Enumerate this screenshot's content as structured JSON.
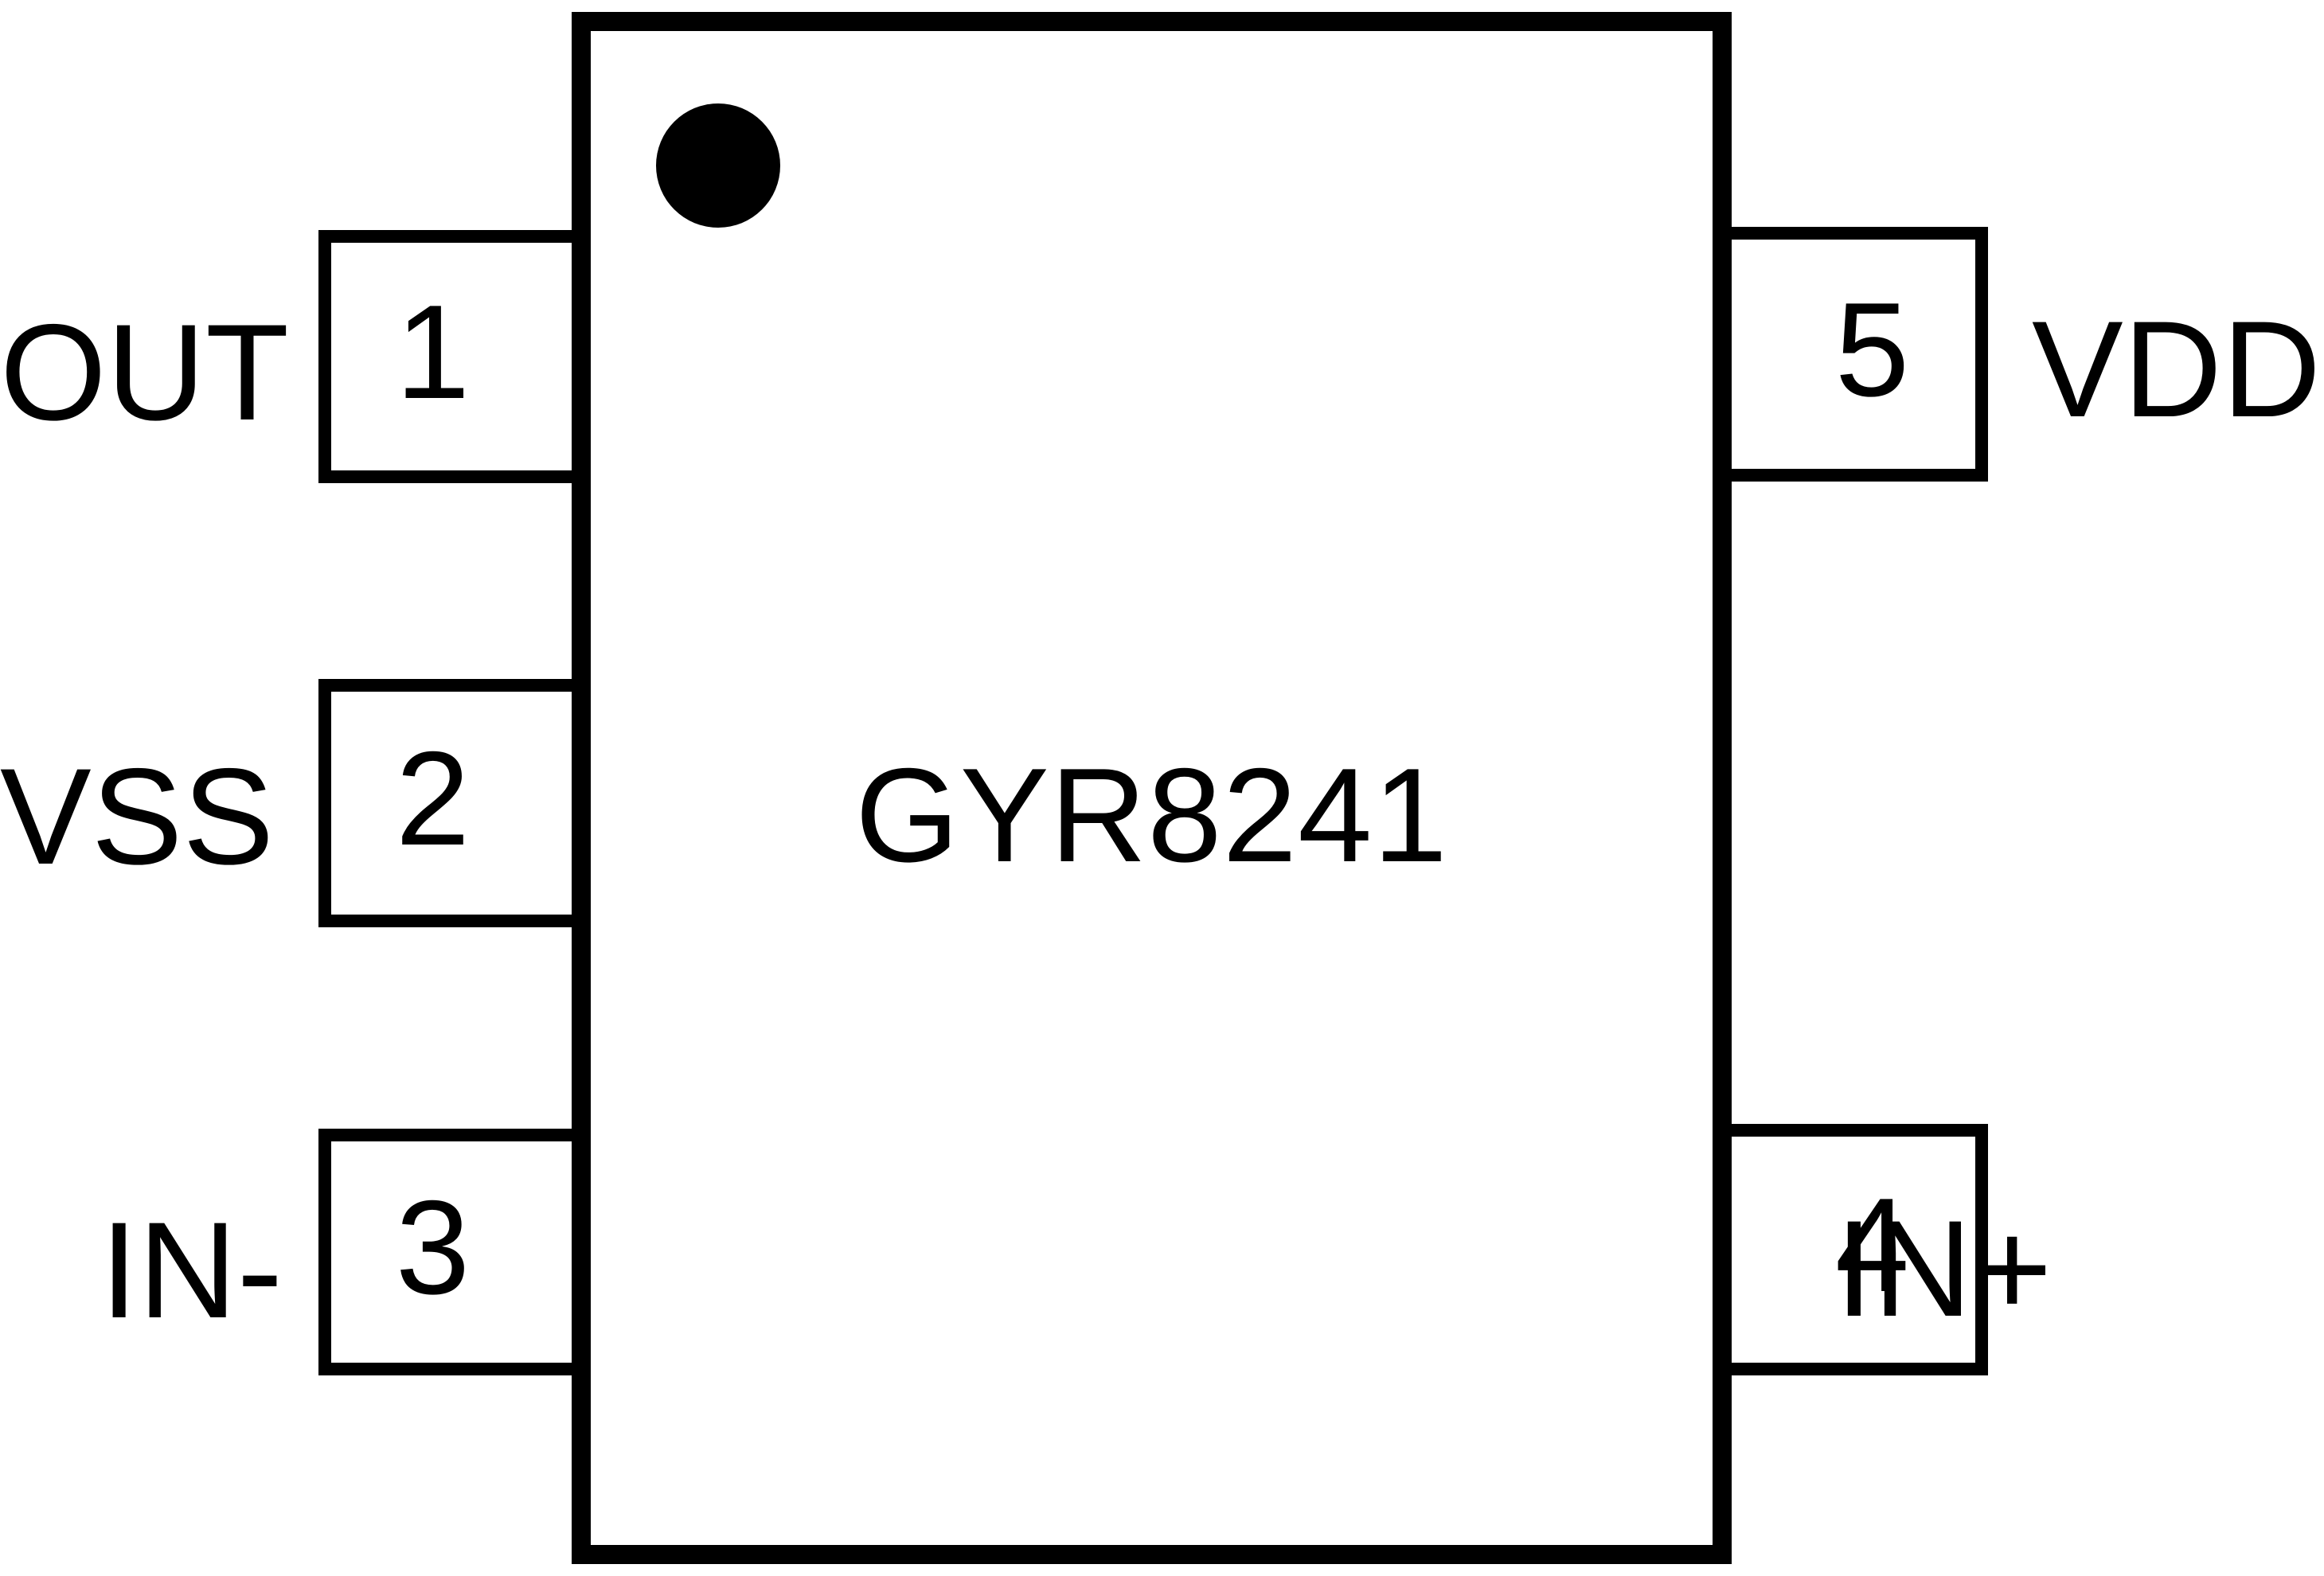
{
  "diagram": {
    "type": "ic-pinout",
    "part_number": "GYR8241",
    "package_pin_count": 5,
    "orientation_marker": "pin-1-dot",
    "colors": {
      "outline": "#000000",
      "fill": "#ffffff",
      "text": "#000000"
    },
    "pins": [
      {
        "number": "1",
        "name": "OUT",
        "side": "left",
        "row": 1
      },
      {
        "number": "2",
        "name": "VSS",
        "side": "left",
        "row": 2
      },
      {
        "number": "3",
        "name": "IN-",
        "side": "left",
        "row": 3
      },
      {
        "number": "4",
        "name": "IN+",
        "side": "right",
        "row": 3
      },
      {
        "number": "5",
        "name": "VDD",
        "side": "right",
        "row": 1
      }
    ]
  }
}
